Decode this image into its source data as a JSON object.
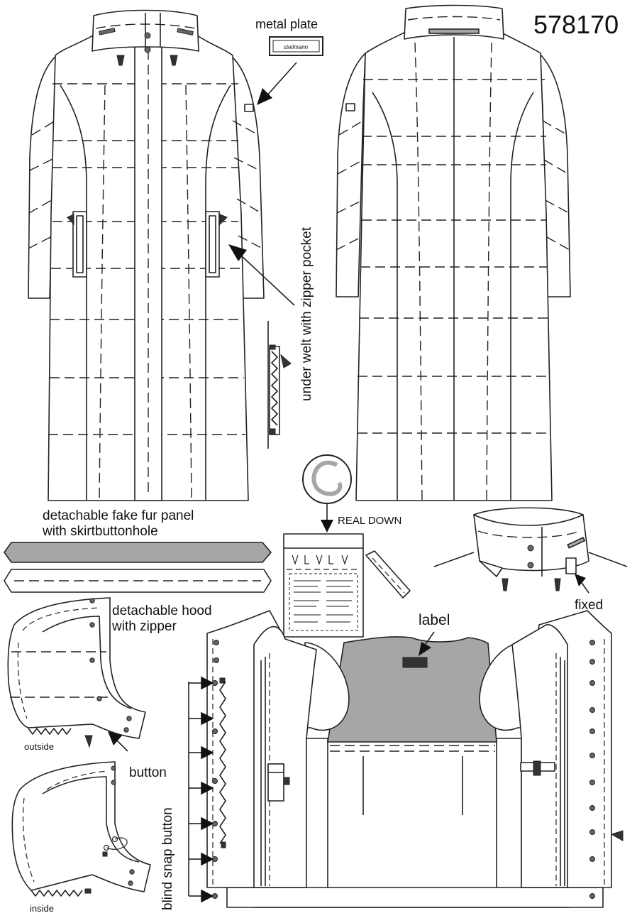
{
  "article_number": "578170",
  "labels": {
    "metal_plate": "metal plate",
    "plate_engraving": "steilmann",
    "zipper_pocket": "under welt with zipper pocket",
    "fur_panel_line1": "detachable fake fur panel",
    "fur_panel_line2": "with skirtbuttonhole",
    "real_down": "REAL  DOWN",
    "fixed": "fixed",
    "hood_line1": "detachable hood",
    "hood_line2": "with zipper",
    "outside": "outside",
    "button": "button",
    "inside": "inside",
    "label": "label",
    "blind_snap": "blind snap button"
  },
  "colors": {
    "line": "#222222",
    "fill_gray": "#a6a6a6",
    "background": "#ffffff"
  }
}
